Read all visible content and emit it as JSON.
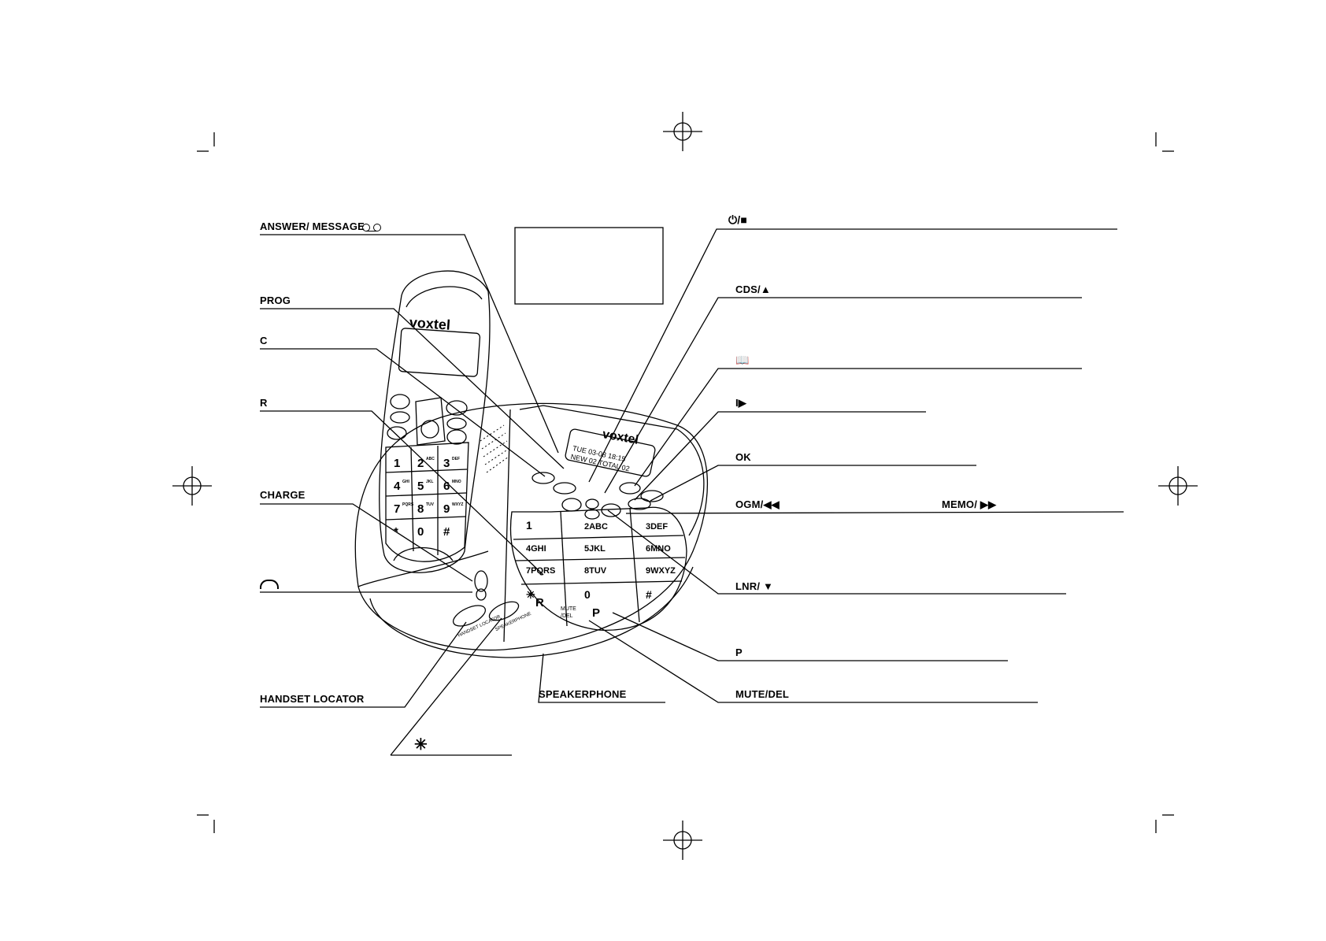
{
  "labels": {
    "answer_message": "ANSWER/ MESSAGE",
    "prog": "PROG",
    "c": "C",
    "r": "R",
    "charge": "CHARGE",
    "handset_locator": "HANDSET LOCATOR",
    "speakerphone": "SPEAKERPHONE",
    "power_stop": "⏻/■",
    "cds_up": "CDS/▲",
    "phonebook": "📖",
    "play": "I▶",
    "ok": "OK",
    "ogm": "OGM/◀◀",
    "memo": "MEMO/ ▶▶",
    "lnr_down": "LNR/ ▼",
    "p": "P",
    "mute_del": "MUTE/DEL",
    "star": "✳"
  },
  "handset": {
    "brand": "voxtel",
    "keys": [
      "1",
      "2",
      "3",
      "4",
      "5",
      "6",
      "7",
      "8",
      "9",
      "*",
      "0",
      "#"
    ],
    "key_letters": [
      "",
      "ABC",
      "DEF",
      "GHI",
      "JKL",
      "MNO",
      "PQRS",
      "TUV",
      "WXYZ",
      "",
      "",
      ""
    ]
  },
  "base": {
    "brand": "voxtel",
    "display_line1": "TUE 03-08 18:15",
    "display_line2": "NEW 02 TOTAL 02",
    "keys": [
      "1",
      "2ABC",
      "3DEF",
      "4GHI",
      "5JKL",
      "6MNO",
      "7PQRS",
      "8TUV",
      "9WXYZ",
      "✳",
      "0",
      "#"
    ],
    "r_key": "R",
    "mute_key_line1": "MUTE",
    "mute_key_line2": "/DEL",
    "p_key": "P",
    "handset_locator_key": "HANDSET LOCATOR",
    "speakerphone_key": "SPEAKERPHONE"
  }
}
